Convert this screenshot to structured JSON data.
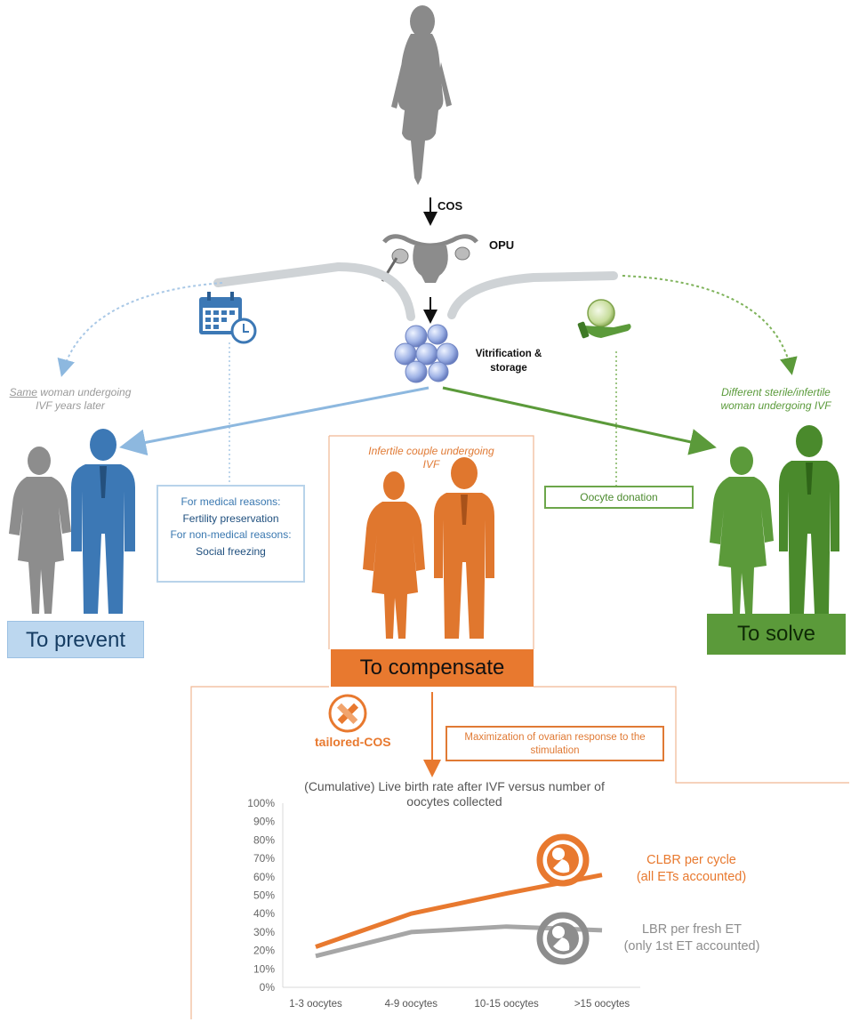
{
  "steps": {
    "cos": "COS",
    "opu": "OPU",
    "vitrification": [
      "Vitrification &",
      "storage"
    ]
  },
  "left": {
    "desc_underlined": "Same",
    "desc_rest_line1": " woman undergoing",
    "desc_line2": "IVF years later",
    "box": {
      "medical_label": "For medical reasons:",
      "medical_value": "Fertility preservation",
      "nonmedical_label": "For non-medical reasons:",
      "nonmedical_value": "Social freezing"
    },
    "goal": "To prevent"
  },
  "center": {
    "desc": [
      "Infertile couple undergoing",
      "IVF"
    ],
    "goal": "To compensate",
    "tailored_label": "tailored-COS",
    "max_box": [
      "Maximization of ovarian response to the",
      "stimulation"
    ]
  },
  "right": {
    "desc": [
      "Different sterile/infertile",
      "woman undergoing IVF"
    ],
    "box": "Oocyte donation",
    "goal": "To solve"
  },
  "chart_data": {
    "type": "line",
    "title": "(Cumulative)  Live birth rate after IVF versus number of oocytes collected",
    "title_lines": [
      "(Cumulative)  Live birth rate after IVF versus number of",
      "oocytes collected"
    ],
    "categories": [
      "1-3 oocytes",
      "4-9 oocytes",
      "10-15 oocytes",
      ">15 oocytes"
    ],
    "y_ticks": [
      "100%",
      "90%",
      "80%",
      "70%",
      "60%",
      "50%",
      "40%",
      "30%",
      "20%",
      "10%",
      "0%"
    ],
    "ylim": [
      0,
      100
    ],
    "series": [
      {
        "name": "CLBR per cycle",
        "subtitle": "(all ETs accounted)",
        "color": "#e8792f",
        "values": [
          22,
          40,
          51,
          61
        ]
      },
      {
        "name": "LBR per fresh ET",
        "subtitle": "(only 1st ET accounted)",
        "color": "#a6a6a6",
        "values": [
          17,
          30,
          33,
          31
        ]
      }
    ],
    "grid": false,
    "legend": "right"
  },
  "colors": {
    "blue": "#3c78b5",
    "green": "#5b9a3a",
    "orange": "#e8792f",
    "grey": "#8d8d8d"
  }
}
